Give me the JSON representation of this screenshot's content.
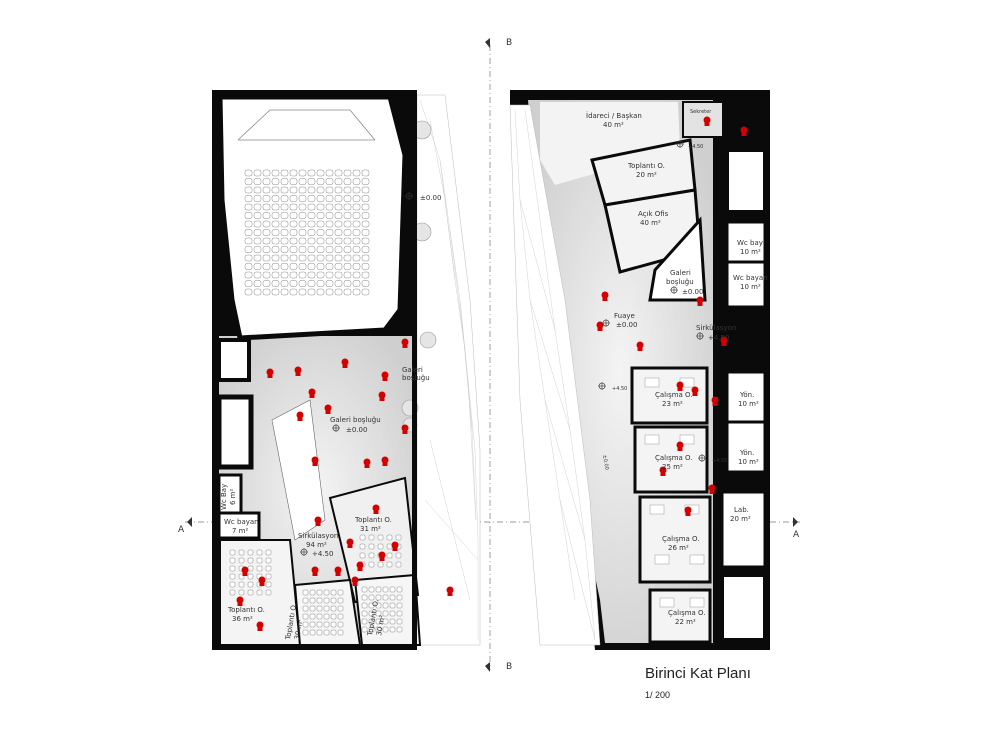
{
  "plan": {
    "title": "Birinci Kat Planı",
    "scale": "1/ 200",
    "section_marks": {
      "b_top": "B",
      "b_bottom": "B",
      "a_left": "A",
      "a_right": "A"
    },
    "colors": {
      "wall": "#0a0a0a",
      "floor": "#e6e6e6",
      "floor_light": "#f2f2f2",
      "people": "#d40000",
      "seat": "#ffffff"
    },
    "left_wing": {
      "galeri_main": {
        "name": "Galeri boşluğu",
        "level": "±0.00"
      },
      "galeri_small": {
        "name": "Galeri",
        "name2": "boşluğu"
      },
      "sirkulasyon": {
        "name": "Sirkülasyon",
        "area": "94 m²",
        "level": "+4.50"
      },
      "toplanti_31": {
        "name": "Toplantı O.",
        "area": "31 m²"
      },
      "toplanti_36": {
        "name": "Toplantı O.",
        "area": "36 m²"
      },
      "toplanti_30a": {
        "name": "Toplantı O.",
        "area": "30 m²"
      },
      "toplanti_30b": {
        "name": "Toplantı O.",
        "area": "30 m²"
      },
      "wc_bay": {
        "name": "Wc Bay",
        "area": "6 m²"
      },
      "wc_bayan": {
        "name": "Wc bayan",
        "area": "7 m²"
      },
      "ramp_level": "±0.00"
    },
    "right_wing": {
      "idareci": {
        "name": "İdareci / Başkan",
        "area": "40 m²"
      },
      "sekreter": {
        "name": "Sekreter"
      },
      "sekreter_level": "+4.50",
      "toplanti_20": {
        "name": "Toplantı O.",
        "area": "20 m²"
      },
      "acik_ofis": {
        "name": "Açık Ofis",
        "area": "40 m²"
      },
      "wc_bay": {
        "name": "Wc bay",
        "area": "10 m²"
      },
      "wc_bayan": {
        "name": "Wc bayan",
        "area": "10 m²"
      },
      "galeri": {
        "name": "Galeri",
        "name2": "boşluğu"
      },
      "galeri_level": "±0.00",
      "fuaye": {
        "name": "Fuaye",
        "level": "±0.00"
      },
      "sirkulasyon": {
        "name": "Sirkülasyon",
        "level": "+4.50"
      },
      "ramp_level": "+4.50",
      "ramp_level2": "±0.00",
      "calisma_23": {
        "name": "Çalışma O.",
        "area": "23 m²"
      },
      "calisma_25": {
        "name": "Çalışma O.",
        "area": "25 m²"
      },
      "calisma_26": {
        "name": "Çalışma O.",
        "area": "26 m²"
      },
      "calisma_22": {
        "name": "Çalışma O.",
        "area": "22 m²"
      },
      "yon_1": {
        "name": "Yön.",
        "area": "10 m²"
      },
      "yon_2": {
        "name": "Yön.",
        "area": "10 m²"
      },
      "lab": {
        "name": "Lab.",
        "area": "20 m²"
      },
      "corridor_level": "+4.50"
    }
  }
}
